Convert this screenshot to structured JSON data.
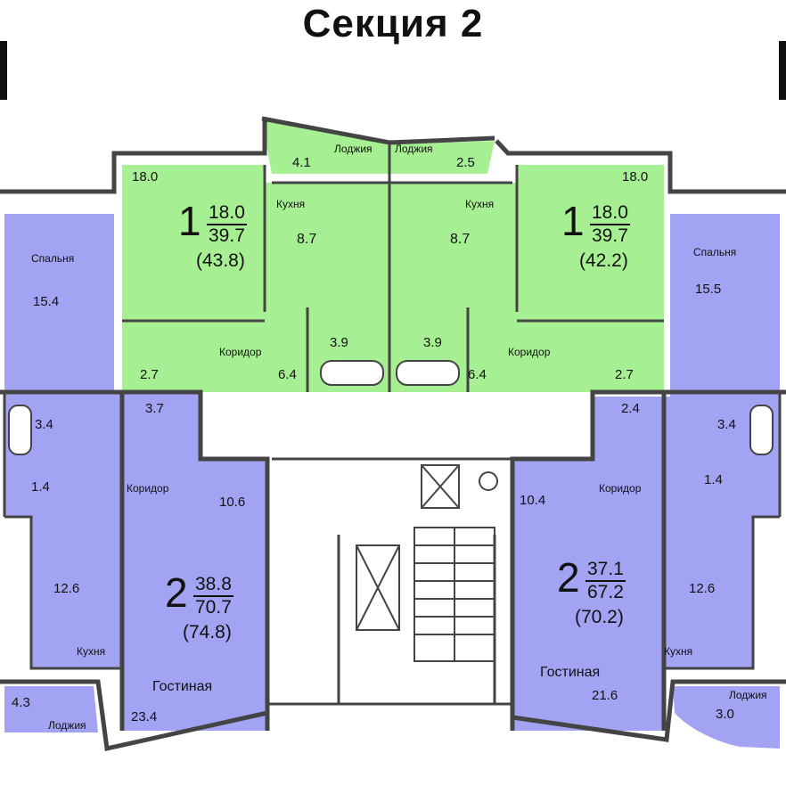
{
  "title": "Секция 2",
  "colors": {
    "one_room": "#a6ef92",
    "two_room": "#a3a3f3",
    "wall": "#444444",
    "common": "#ffffff"
  },
  "apartments": [
    {
      "rooms": "1",
      "living": "18.0",
      "total": "39.7",
      "full": "(43.8)"
    },
    {
      "rooms": "1",
      "living": "18.0",
      "total": "39.7",
      "full": "(42.2)"
    },
    {
      "rooms": "2",
      "living": "38.8",
      "total": "70.7",
      "full": "(74.8)"
    },
    {
      "rooms": "2",
      "living": "37.1",
      "total": "67.2",
      "full": "(70.2)"
    }
  ],
  "rooms": [
    {
      "label": "18.0"
    },
    {
      "label": "Лоджия"
    },
    {
      "label": "4.1"
    },
    {
      "label": "Лоджия"
    },
    {
      "label": "2.5"
    },
    {
      "label": "18.0"
    },
    {
      "label": "Кухня"
    },
    {
      "label": "8.7"
    },
    {
      "label": "Кухня"
    },
    {
      "label": "8.7"
    },
    {
      "label": "Коридор"
    },
    {
      "label": "2.7"
    },
    {
      "label": "6.4"
    },
    {
      "label": "3.9"
    },
    {
      "label": "3.9"
    },
    {
      "label": "6.4"
    },
    {
      "label": "Коридор"
    },
    {
      "label": "2.7"
    },
    {
      "label": "Спальня"
    },
    {
      "label": "15.4"
    },
    {
      "label": "3.7"
    },
    {
      "label": "3.4"
    },
    {
      "label": "1.4"
    },
    {
      "label": "Коридор"
    },
    {
      "label": "10.6"
    },
    {
      "label": "12.6"
    },
    {
      "label": "Кухня"
    },
    {
      "label": "4.3"
    },
    {
      "label": "Лоджия"
    },
    {
      "label": "Гостиная"
    },
    {
      "label": "23.4"
    },
    {
      "label": "Спальня"
    },
    {
      "label": "15.5"
    },
    {
      "label": "2.4"
    },
    {
      "label": "3.4"
    },
    {
      "label": "1.4"
    },
    {
      "label": "Коридор"
    },
    {
      "label": "10.4"
    },
    {
      "label": "12.6"
    },
    {
      "label": "Кухня"
    },
    {
      "label": "Лоджия"
    },
    {
      "label": "3.0"
    },
    {
      "label": "Гостиная"
    },
    {
      "label": "21.6"
    }
  ]
}
